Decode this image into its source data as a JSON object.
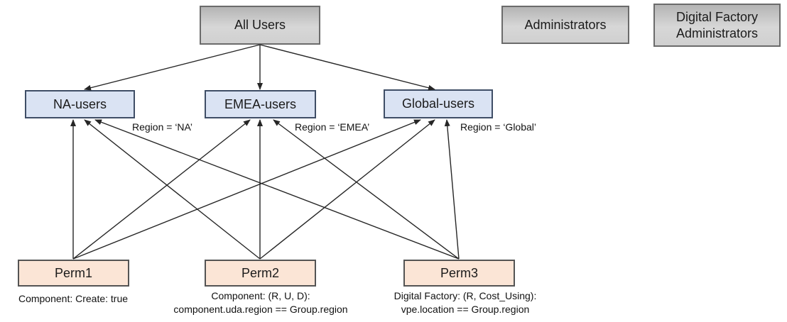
{
  "diagram": {
    "nodes": {
      "all_users": {
        "label": "All Users"
      },
      "administrators": {
        "label": "Administrators"
      },
      "df_admins": {
        "label": "Digital Factory Administrators"
      },
      "na_users": {
        "label": "NA-users"
      },
      "emea_users": {
        "label": "EMEA-users"
      },
      "global_users": {
        "label": "Global-users"
      },
      "perm1": {
        "label": "Perm1"
      },
      "perm2": {
        "label": "Perm2"
      },
      "perm3": {
        "label": "Perm3"
      }
    },
    "annotations": {
      "region_na": "Region = ‘NA’",
      "region_emea": "Region = ‘EMEA’",
      "region_global": "Region = ‘Global’",
      "perm1_note": "Component: Create: true",
      "perm2_note_line1": "Component: (R, U, D):",
      "perm2_note_line2": "component.uda.region == Group.region",
      "perm3_note_line1": "Digital Factory: (R, Cost_Using):",
      "perm3_note_line2": "vpe.location == Group.region"
    },
    "edges": [
      {
        "from": "all_users",
        "to": "na_users"
      },
      {
        "from": "all_users",
        "to": "emea_users"
      },
      {
        "from": "all_users",
        "to": "global_users"
      },
      {
        "from": "perm1",
        "to": "na_users"
      },
      {
        "from": "perm1",
        "to": "emea_users"
      },
      {
        "from": "perm1",
        "to": "global_users"
      },
      {
        "from": "perm2",
        "to": "na_users"
      },
      {
        "from": "perm2",
        "to": "emea_users"
      },
      {
        "from": "perm2",
        "to": "global_users"
      },
      {
        "from": "perm3",
        "to": "na_users"
      },
      {
        "from": "perm3",
        "to": "emea_users"
      },
      {
        "from": "perm3",
        "to": "global_users"
      }
    ],
    "colors": {
      "gray_fill": "#cccccc",
      "blue_fill": "#dae3f3",
      "peach_fill": "#fbe5d6",
      "arrow": "#262626",
      "background": "#ffffff"
    }
  }
}
